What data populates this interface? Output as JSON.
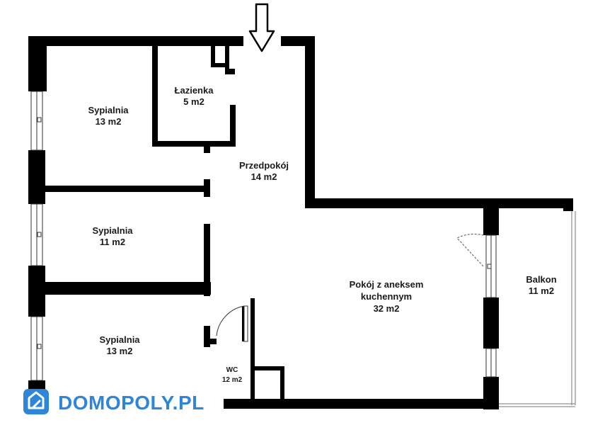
{
  "colors": {
    "wall": "#000000",
    "logo": "#2f85d6",
    "background": "#ffffff"
  },
  "entrance": {
    "icon": "entrance-arrow-icon"
  },
  "rooms": [
    {
      "id": "sypialnia-1",
      "name": "Sypialnia",
      "area": "13 m2"
    },
    {
      "id": "lazienka",
      "name": "Łazienka",
      "area": "5 m2"
    },
    {
      "id": "przedpokoj",
      "name": "Przedpokój",
      "area": "14 m2"
    },
    {
      "id": "sypialnia-2",
      "name": "Sypialnia",
      "area": "11 m2"
    },
    {
      "id": "sypialnia-3",
      "name": "Sypialnia",
      "area": "13 m2"
    },
    {
      "id": "wc",
      "name": "WC",
      "area": "12 m2"
    },
    {
      "id": "pokoj",
      "name": "Pokój z aneksem",
      "name2": "kuchennym",
      "area": "32 m2"
    },
    {
      "id": "balkon",
      "name": "Balkon",
      "area": "11 m2"
    }
  ],
  "logo": {
    "text": "DOMOPOLY.PL",
    "icon": "domopoly-house-icon"
  }
}
